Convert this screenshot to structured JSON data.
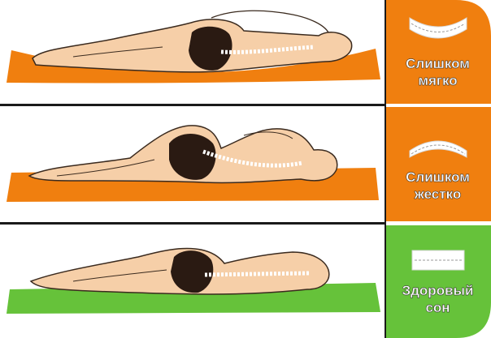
{
  "colors": {
    "orange": "#f07f0f",
    "green": "#66c23a",
    "skin": "#f6cfa8",
    "outline": "#3a2a1e",
    "pelvis": "#2a1a12",
    "divider": "#1a1a1a"
  },
  "rows": [
    {
      "label_line1": "Слишком",
      "label_line2": "мягко",
      "mattress_color": "#f07f0f",
      "panel_color": "#f07f0f",
      "mattress_icon": "concave-mattress-icon"
    },
    {
      "label_line1": "Слишком",
      "label_line2": "жестко",
      "mattress_color": "#f07f0f",
      "panel_color": "#f07f0f",
      "mattress_icon": "arched-mattress-icon"
    },
    {
      "label_line1": "Здоровый",
      "label_line2": "сон",
      "mattress_color": "#66c23a",
      "panel_color": "#66c23a",
      "mattress_icon": "flat-mattress-icon"
    }
  ]
}
